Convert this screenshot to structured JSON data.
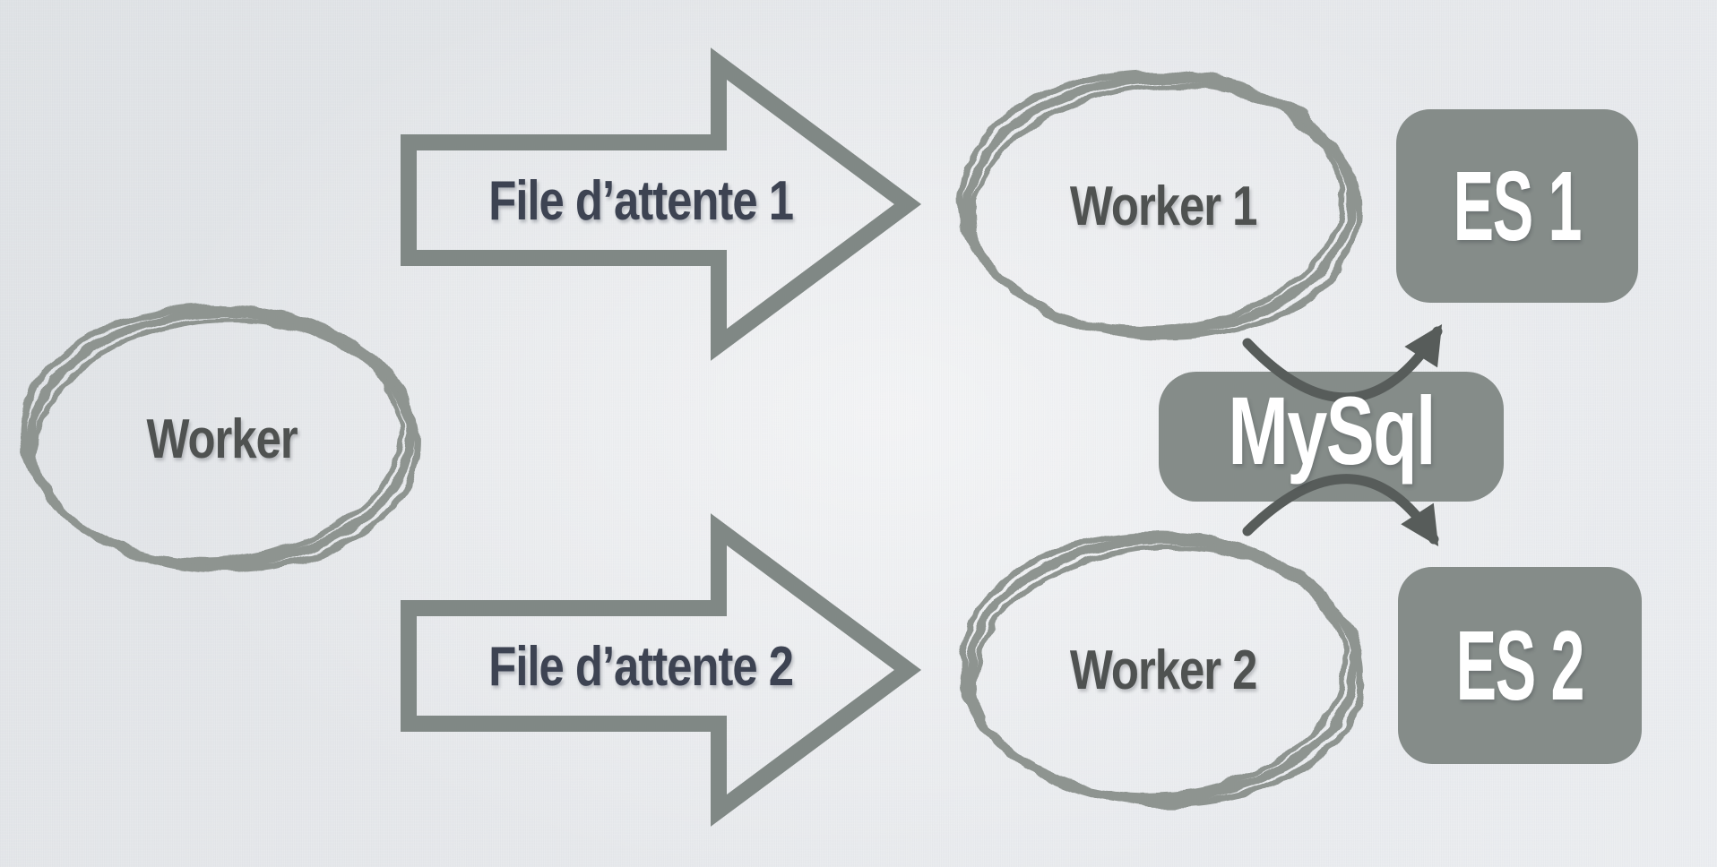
{
  "diagram": {
    "type": "architecture-slide",
    "source_node": {
      "label": "Worker"
    },
    "queues": [
      {
        "label": "File d’attente 1"
      },
      {
        "label": "File d’attente 2"
      }
    ],
    "workers": [
      {
        "label": "Worker 1"
      },
      {
        "label": "Worker 2"
      }
    ],
    "database": {
      "label": "MySql"
    },
    "stores": [
      {
        "label": "ES 1"
      },
      {
        "label": "ES 2"
      }
    ],
    "edges": [
      {
        "from": "Worker",
        "via": "File d’attente 1",
        "to": "Worker 1"
      },
      {
        "from": "Worker",
        "via": "File d’attente 2",
        "to": "Worker 2"
      },
      {
        "from": "Worker 1",
        "through": "MySql",
        "to": "ES 1"
      },
      {
        "from": "Worker 2",
        "through": "MySql",
        "to": "ES 2"
      }
    ],
    "colors": {
      "background": "#e6e8eb",
      "shape_fill_gray": "#858c89",
      "block_arrow_outline": "#808885",
      "scribble_ellipse": "#8b918d",
      "curved_arrow": "#575c5a",
      "queue_label_text": "#3d4352",
      "ellipse_label_text": "#4f5251",
      "box_label_text": "#ffffff"
    }
  }
}
